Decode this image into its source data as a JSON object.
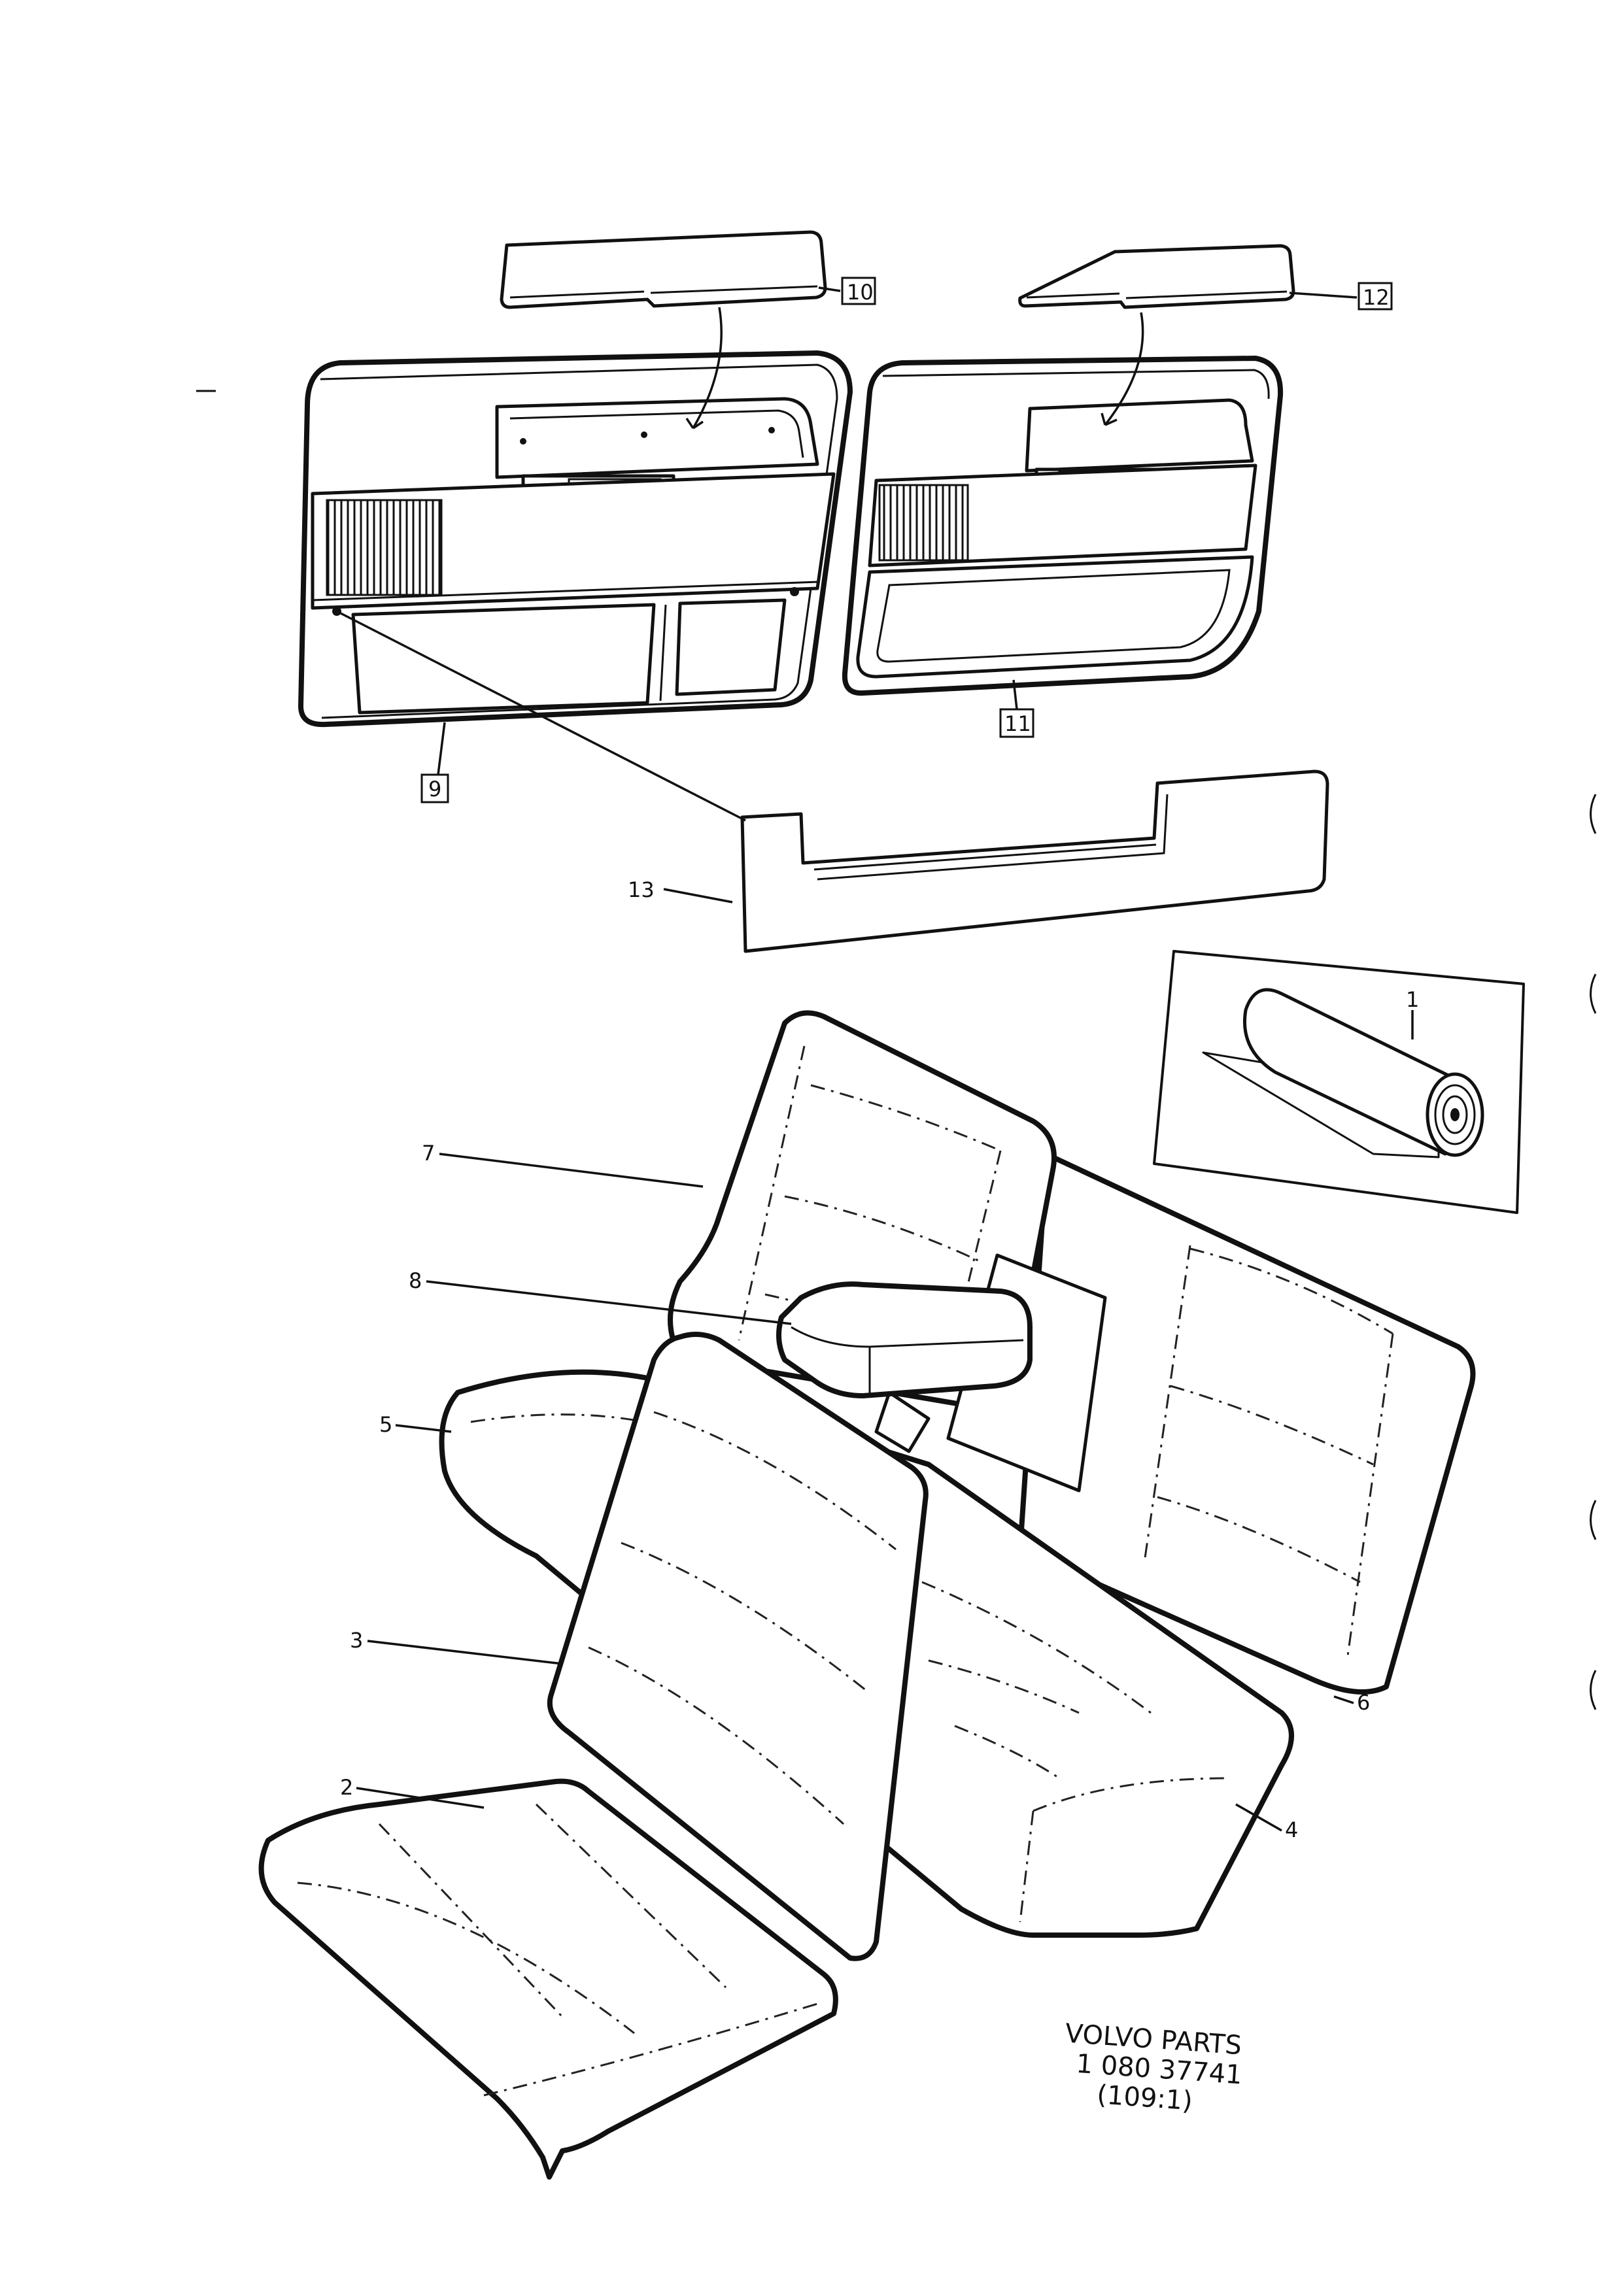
{
  "callouts": {
    "c1": "1",
    "c2": "2",
    "c3": "3",
    "c4": "4",
    "c5": "5",
    "c6": "6",
    "c7": "7",
    "c8": "8",
    "c9": "9",
    "c10": "10",
    "c11": "11",
    "c12": "12",
    "c13": "13"
  },
  "stamp": {
    "line1": "VOLVO  PARTS",
    "line2": "1  080  37741",
    "line3": "(109:1)"
  }
}
